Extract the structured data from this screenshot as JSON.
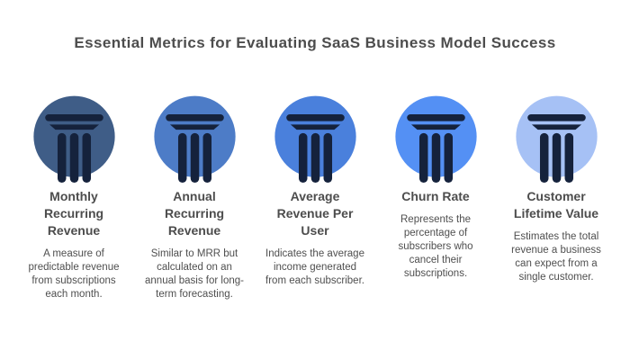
{
  "header": {
    "title": "Essential Metrics for Evaluating SaaS Business Model Success",
    "title_color": "#4d4d4d"
  },
  "pillar": {
    "icon": "pillar-icon",
    "color": "#15223c"
  },
  "text_colors": {
    "metric_title": "#4d4d4d",
    "metric_description": "#4f4f4f"
  },
  "metrics": [
    {
      "title": "Monthly Recurring Revenue",
      "description": "A measure of predictable revenue from subscriptions each month.",
      "circle_color": "#3f5d87"
    },
    {
      "title": "Annual Recurring Revenue",
      "description": "Similar to MRR but calculated on an annual basis for long-term forecasting.",
      "circle_color": "#4d7cc7"
    },
    {
      "title": "Average Revenue Per User",
      "description": "Indicates the average income generated from each subscriber.",
      "circle_color": "#4a80dc"
    },
    {
      "title": "Churn Rate",
      "description": "Represents the percentage of subscribers who cancel their subscriptions.",
      "circle_color": "#5490f4"
    },
    {
      "title": "Customer Lifetime Value",
      "description": "Estimates the total revenue a business can expect from a single customer.",
      "circle_color": "#a6c1f5"
    }
  ]
}
